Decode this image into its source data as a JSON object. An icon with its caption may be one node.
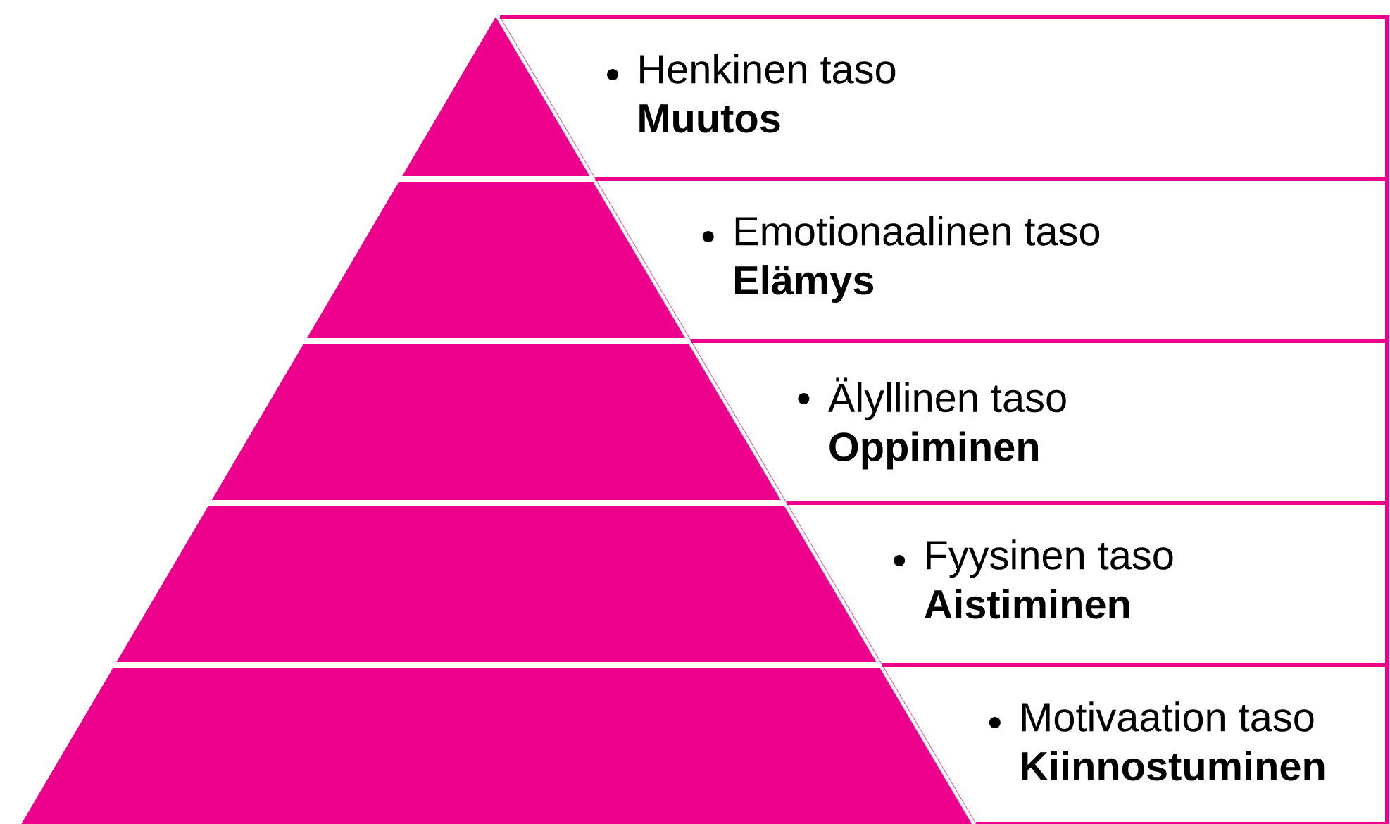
{
  "diagram": {
    "nodes": [
      {
        "text": [
          "Henkinen taso",
          "Muutos"
        ]
      },
      {
        "text": [
          "Emotionaalinen taso",
          "Elämys"
        ]
      },
      {
        "text": [
          "Älyllinen taso",
          "Oppiminen"
        ]
      },
      {
        "text": [
          "Fyysinen taso",
          "Aistiminen"
        ]
      },
      {
        "text": [
          "Motivaation taso",
          "Kiinnostuminen"
        ]
      }
    ]
  }
}
